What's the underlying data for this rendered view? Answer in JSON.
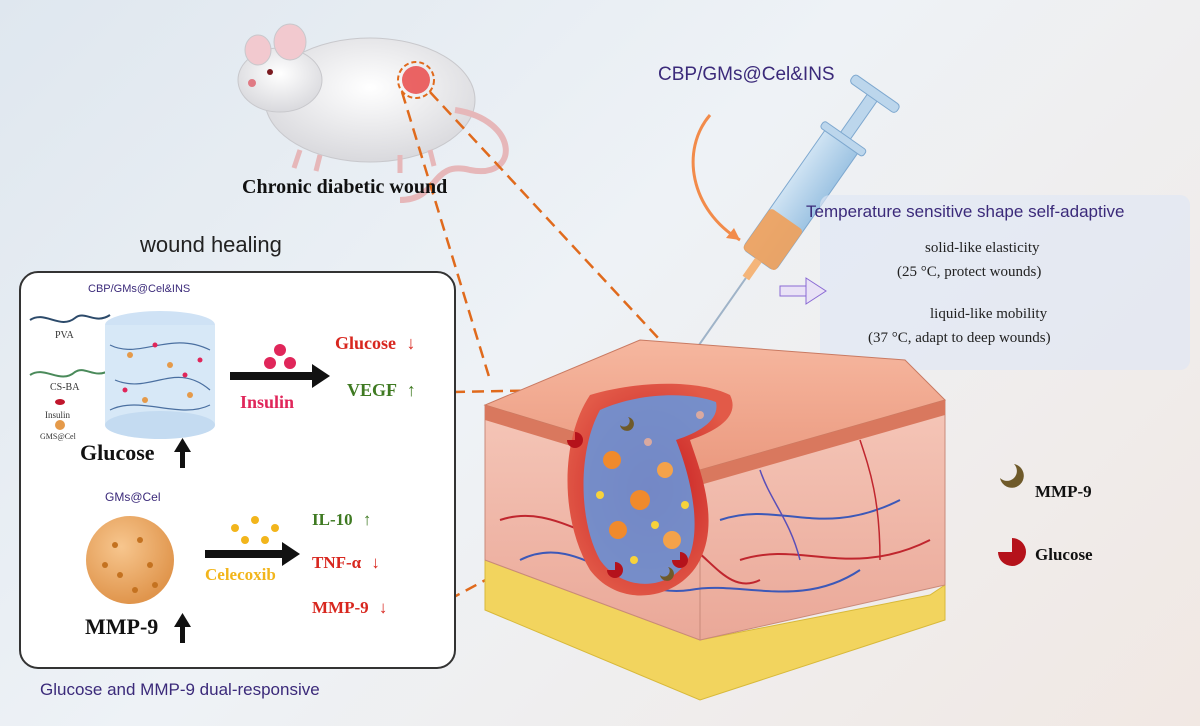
{
  "rat_label": "Chronic diabetic wound",
  "injection": {
    "title": "CBP/GMs@Cel&INS",
    "adaptive_title": "Temperature sensitive shape self-adaptive",
    "solid_line1": "solid-like elasticity",
    "solid_line2": "(25 °C, protect wounds)",
    "liquid_line1": "liquid-like mobility",
    "liquid_line2": "(37 °C, adapt to deep wounds)"
  },
  "healing": {
    "title": "wound healing",
    "top_title": "CBP/GMs@Cel&INS",
    "components": [
      "PVA",
      "CS-BA",
      "Insulin",
      "GMS@Cel"
    ],
    "trigger_top": "Glucose",
    "release_top": "Insulin",
    "effects_top": [
      {
        "label": "Glucose",
        "dir": "down"
      },
      {
        "label": "VEGF",
        "dir": "up"
      }
    ],
    "bottom_title": "GMs@Cel",
    "trigger_bottom": "MMP-9",
    "release_bottom": "Celecoxib",
    "effects_bottom": [
      {
        "label": "IL-10",
        "dir": "up"
      },
      {
        "label": "TNF-α",
        "dir": "down"
      },
      {
        "label": "MMP-9",
        "dir": "down"
      }
    ],
    "footer": "Glucose and MMP-9 dual-responsive"
  },
  "legend": [
    {
      "label": "MMP-9",
      "icon": "crescent"
    },
    {
      "label": "Glucose",
      "icon": "pie"
    }
  ],
  "colors": {
    "purple_text": "#3b2a7a",
    "orange_dash": "#e06a1c",
    "red_text": "#d8271f",
    "green_text": "#3f7a22",
    "insulin_pink": "#e0265a",
    "celecoxib_yellow": "#f2b51b"
  }
}
